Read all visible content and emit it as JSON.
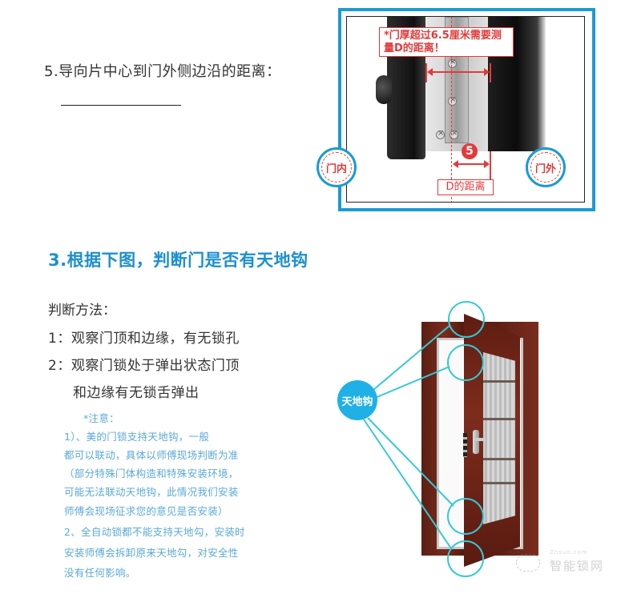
{
  "question5": {
    "label": "5.导向片中心到门外侧边沿的距离：",
    "answer": ""
  },
  "diagram_top": {
    "warning_text": "*门厚超过6.5厘米需要测量D的距离！",
    "step_number": "5",
    "measure_label": "D的距离",
    "left_badge": "门内",
    "right_badge": "门外",
    "colors": {
      "frame": "#1b9bd1",
      "accent_red": "#e23a3a"
    }
  },
  "section3": {
    "title": "3.根据下图，判断门是否有天地钩",
    "method_title": "判断方法：",
    "methods": [
      "1：观察门顶和边缘，有无锁孔",
      "2：观察门锁处于弹出状态门顶",
      "和边缘有无锁舌弹出"
    ],
    "note_title": "*注意：",
    "notes": [
      "1）、美的门锁支持天地钩，一般",
      "都可以联动，具体以师傅现场判断为准",
      "（部分特殊门体构造和特殊安装环境，",
      "可能无法联动天地钩，此情况我们安装",
      "师傅会现场征求您的意见是否安装）",
      "2、全自动锁都不能支持天地勾，安装时",
      "安装师傅会拆卸原来天地勾，对安全性",
      "没有任何影响。"
    ],
    "callout_label": "天地钩",
    "colors": {
      "title": "#1c8fd0",
      "note": "#5aa9d8",
      "callout": "#1fb1e6",
      "highlight": "#35c8d6"
    }
  },
  "watermark": {
    "text": "智能锁网",
    "sub": "Znsuo.com"
  }
}
